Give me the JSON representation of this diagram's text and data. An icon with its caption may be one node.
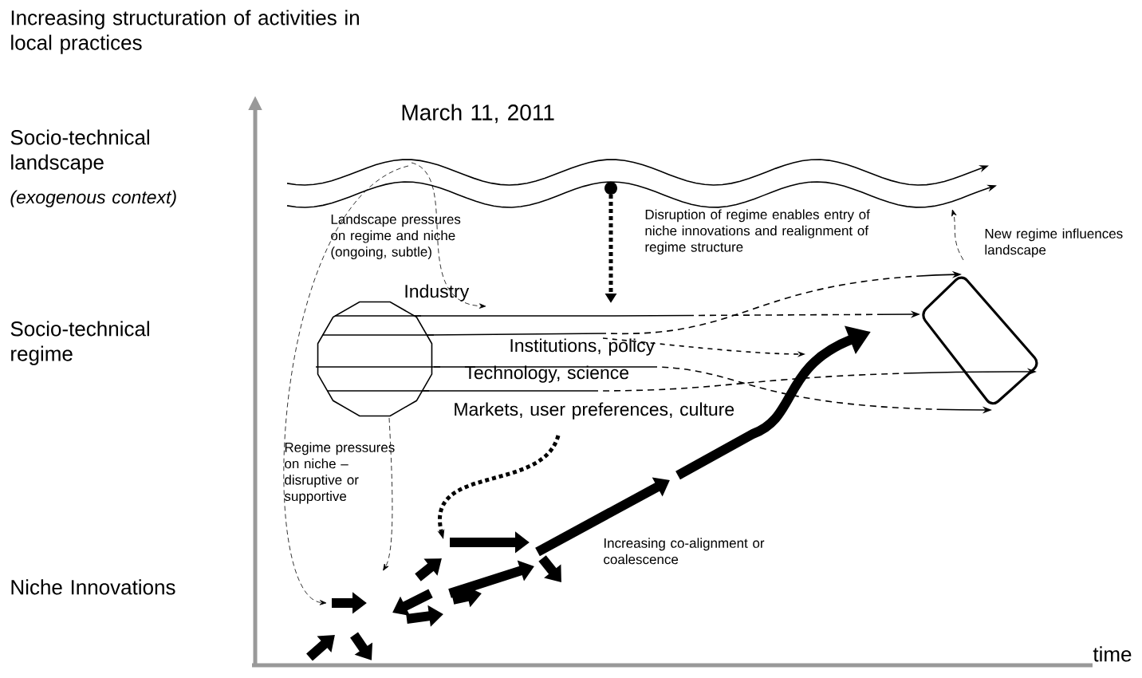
{
  "diagram": {
    "nodes": [
      {
        "text": [],
        "shape": "polygon"
      },
      {
        "text": [],
        "shape": "box"
      }
    ],
    "edges": [
      {
        "from": 0,
        "to": 1,
        "arrow": "to",
        "style": "dashed"
      },
      {
        "from": 0,
        "to": 1,
        "arrow": "to",
        "style": "dashed"
      },
      {
        "from": 0,
        "to": 1,
        "arrow": "to",
        "style": "dashed"
      },
      {
        "from": 0,
        "to": 1,
        "arrow": "to",
        "style": "dashed"
      }
    ],
    "labels": [
      "Increasing structuration of activities in local practices",
      "Socio-technical landscape",
      "(exogenous context)",
      "March 11, 2011",
      "Landscape pressures on regime and niche (ongoing, subtle)",
      "Disruption of regime enables entry of niche innovations and realignment of regime structure",
      "New regime influences landscape",
      "Socio-technical regime",
      "Industry",
      "Institutions, policy",
      "Technology, science",
      "Markets, user preferences, culture",
      "Regime pressures on niche – disruptive or supportive",
      "Niche Innovations",
      "Increasing co-alignment or coalescence",
      "time"
    ]
  }
}
